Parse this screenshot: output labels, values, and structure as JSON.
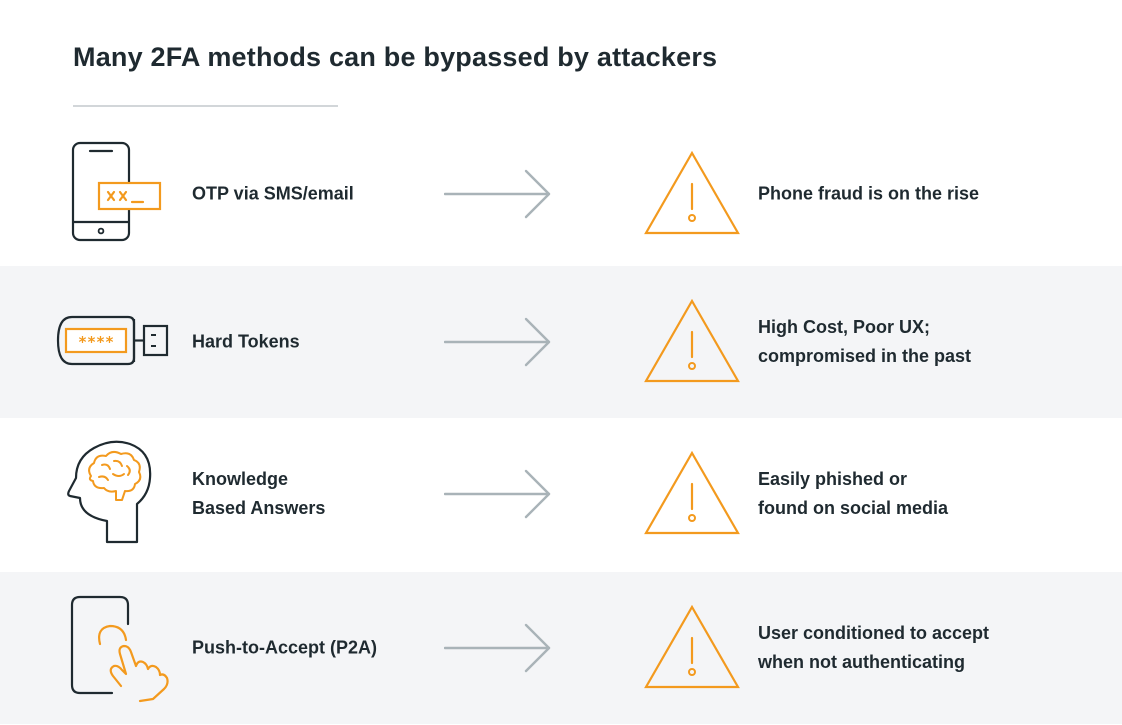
{
  "title": "Many 2FA methods can be bypassed by attackers",
  "colors": {
    "accent": "#f39a1e",
    "dark": "#1f2a30",
    "arrow": "#a9b3b8",
    "shaded_row": "#f4f5f7"
  },
  "rows": [
    {
      "icon": "smartphone-otp-icon",
      "method": [
        "OTP via SMS/email"
      ],
      "risk": [
        "Phone fraud is on the rise"
      ]
    },
    {
      "icon": "usb-hard-token-icon",
      "method": [
        "Hard Tokens"
      ],
      "risk": [
        "High Cost, Poor UX;",
        "compromised in the past"
      ]
    },
    {
      "icon": "head-brain-icon",
      "method": [
        "Knowledge",
        "Based Answers"
      ],
      "risk": [
        "Easily phished or",
        "found on social media"
      ]
    },
    {
      "icon": "phone-tap-icon",
      "method": [
        "Push-to-Accept (P2A)"
      ],
      "risk": [
        "User conditioned to accept",
        "when not authenticating"
      ]
    }
  ]
}
